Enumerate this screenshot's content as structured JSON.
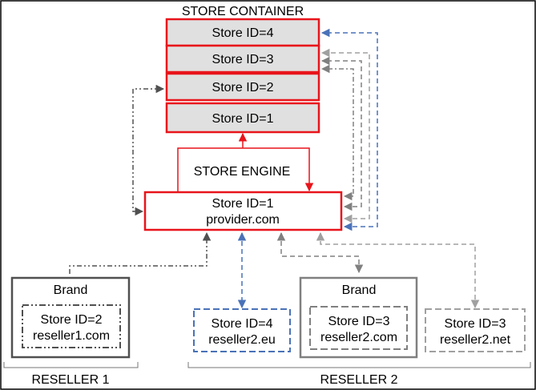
{
  "container": {
    "title": "STORE CONTAINER",
    "stores": [
      "Store ID=4",
      "Store ID=3",
      "Store ID=2",
      "Store ID=1"
    ]
  },
  "engine": {
    "label": "STORE ENGINE",
    "provider_line1": "Store ID=1",
    "provider_line2": "provider.com"
  },
  "reseller1": {
    "label": "RESELLER 1",
    "brand": "Brand",
    "store_line1": "Store ID=2",
    "store_line2": "reseller1.com"
  },
  "reseller2": {
    "label": "RESELLER 2",
    "eu_line1": "Store ID=4",
    "eu_line2": "reseller2.eu",
    "brand": "Brand",
    "com_line1": "Store ID=3",
    "com_line2": "reseller2.com",
    "net_line1": "Store ID=3",
    "net_line2": "reseller2.net"
  },
  "colors": {
    "red": "#e8141b",
    "store_fill": "#e0e0e0",
    "blue": "#4a72b8",
    "dark_gray": "#505050",
    "mid_gray": "#808080",
    "light_gray": "#a0a0a0"
  }
}
